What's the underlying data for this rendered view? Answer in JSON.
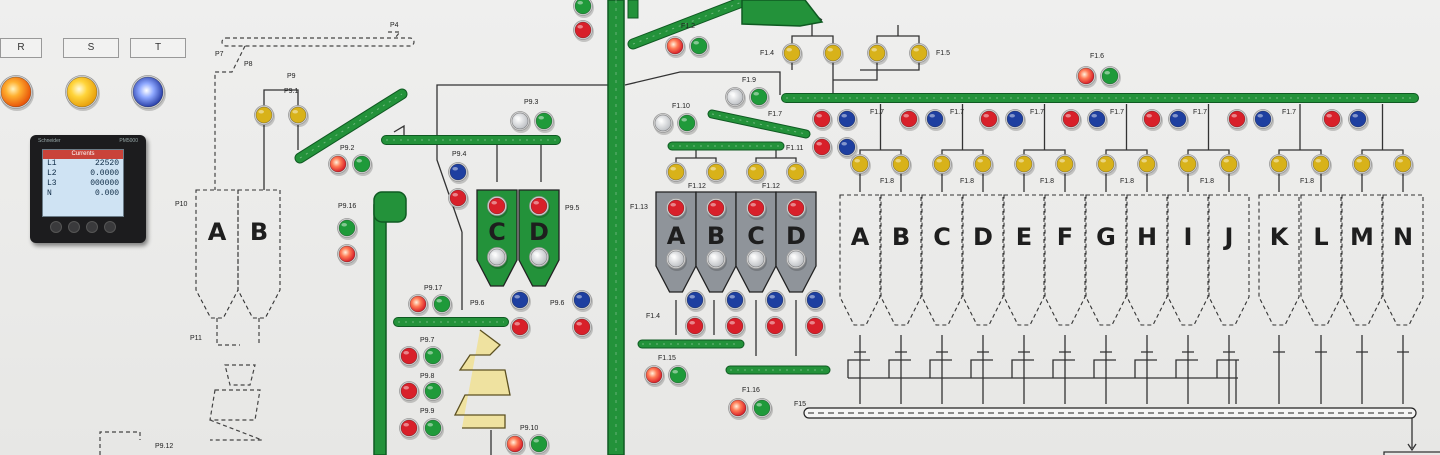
{
  "phase_labels": [
    "R",
    "S",
    "T"
  ],
  "meter": {
    "brand": "Schneider",
    "model": "PM5000",
    "header": "Currents",
    "rows": [
      {
        "tag": "L1",
        "value": "22520"
      },
      {
        "tag": "L2",
        "value": "0.0000"
      },
      {
        "tag": "L3",
        "value": "000000"
      },
      {
        "tag": "N",
        "value": "0.000"
      }
    ]
  },
  "silo_letters": {
    "left_pair": [
      "A",
      "B"
    ],
    "p95_pair": [
      "C",
      "D"
    ],
    "f1_group": [
      "A",
      "B",
      "C",
      "D"
    ],
    "main_row": [
      "A",
      "B",
      "C",
      "D",
      "E",
      "F",
      "G",
      "H",
      "I",
      "J",
      "K",
      "L",
      "M",
      "N"
    ]
  },
  "tags": {
    "P4": "P4",
    "P7": "P7",
    "P8": "P8",
    "P9": "P9",
    "P9_1": "P9.1",
    "P9_2": "P9.2",
    "P9_3": "P9.3",
    "P9_4": "P9.4",
    "P9_5": "P9.5",
    "P9_6a": "P9.6",
    "P9_6b": "P9.6",
    "P9_7": "P9.7",
    "P9_8": "P9.8",
    "P9_9": "P9.9",
    "P9_10": "P9.10",
    "P9_12": "P9.12",
    "P9_16": "P9.16",
    "P9_17": "P9.17",
    "P10": "P10",
    "P11": "P11",
    "F1_2": "F1.2",
    "F1_4a": "F1.4",
    "F1_4b": "F1.4",
    "F1_5": "F1.5",
    "F1_6": "F1.6",
    "F1_7": "F1.7",
    "F1_8": "F1.8",
    "F1_9": "F1.9",
    "F1_10": "F1.10",
    "F1_11": "F1.11",
    "F1_12a": "F1.12",
    "F1_12b": "F1.12",
    "F1_13": "F1.13",
    "F1_15": "F1.15",
    "F1_16": "F1.16",
    "F15": "F15"
  },
  "colors": {
    "lamp_red": "#d8202a",
    "lamp_green": "#1f9a3a",
    "lamp_blue": "#1e3fa0",
    "lamp_yellow": "#d8b21a",
    "conveyor_green": "#23923a",
    "silo_grey": "#8f949a",
    "lit_red": "#ff4d40",
    "lit_orange": "#ff8a1a",
    "lit_amber": "#ffc21a",
    "lit_blue": "#6c8cff"
  }
}
